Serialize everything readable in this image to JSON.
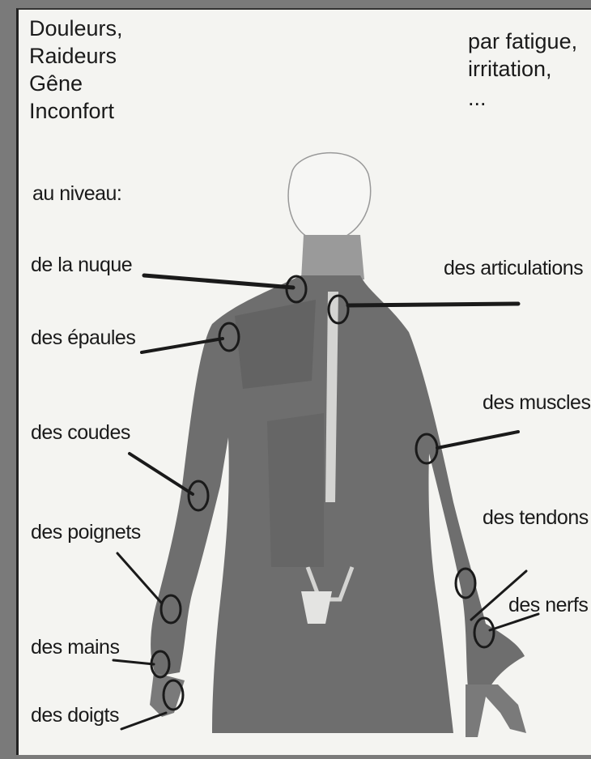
{
  "header_left": [
    "Douleurs,",
    "Raideurs",
    "Gêne",
    "Inconfort"
  ],
  "header_right": [
    "par fatigue,",
    "irritation,",
    "..."
  ],
  "location_intro": "au niveau:",
  "labels_left": {
    "nuque": "de la nuque",
    "epaules": "des épaules",
    "coudes": "des coudes",
    "poignets": "des poignets",
    "mains": "des mains",
    "doigts": "des doigts"
  },
  "labels_right": {
    "articulations": "des articulations",
    "muscles": "des muscles",
    "tendons": "des tendons",
    "nerfs": "des nerfs"
  },
  "colors": {
    "body": "#6e6e6e",
    "body_shade": "#555555",
    "head": "#f6f6f4",
    "marker": "#1a1a1a",
    "leader": "#1a1a1a"
  },
  "icons": [
    "human-body-figure",
    "highlight-circle-marker"
  ]
}
